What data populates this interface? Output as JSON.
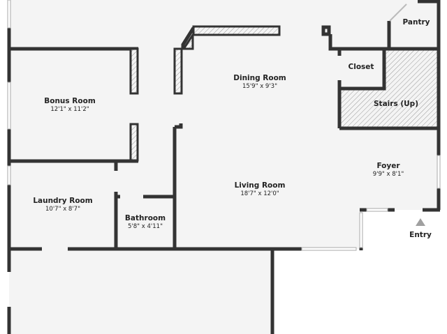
{
  "rooms": {
    "dining": {
      "name": "Dining Room",
      "dim": "15'9\" x 9'3\""
    },
    "bonus": {
      "name": "Bonus Room",
      "dim": "12'1\" x 11'2\""
    },
    "living": {
      "name": "Living Room",
      "dim": "18'7\" x 12'0\""
    },
    "foyer": {
      "name": "Foyer",
      "dim": "9'9\" x 8'1\""
    },
    "laundry": {
      "name": "Laundry Room",
      "dim": "10'7\" x 8'7\""
    },
    "bathroom": {
      "name": "Bathroom",
      "dim": "5'8\" x 4'11\""
    },
    "closet": {
      "name": "Closet"
    },
    "pantry": {
      "name": "Pantry"
    },
    "stairs": {
      "name": "Stairs (Up)"
    }
  },
  "entry": {
    "label": "Entry"
  },
  "colors": {
    "wall": "#333333",
    "floor": "#f4f4f4",
    "entry_marker": "#a0a0a0"
  }
}
